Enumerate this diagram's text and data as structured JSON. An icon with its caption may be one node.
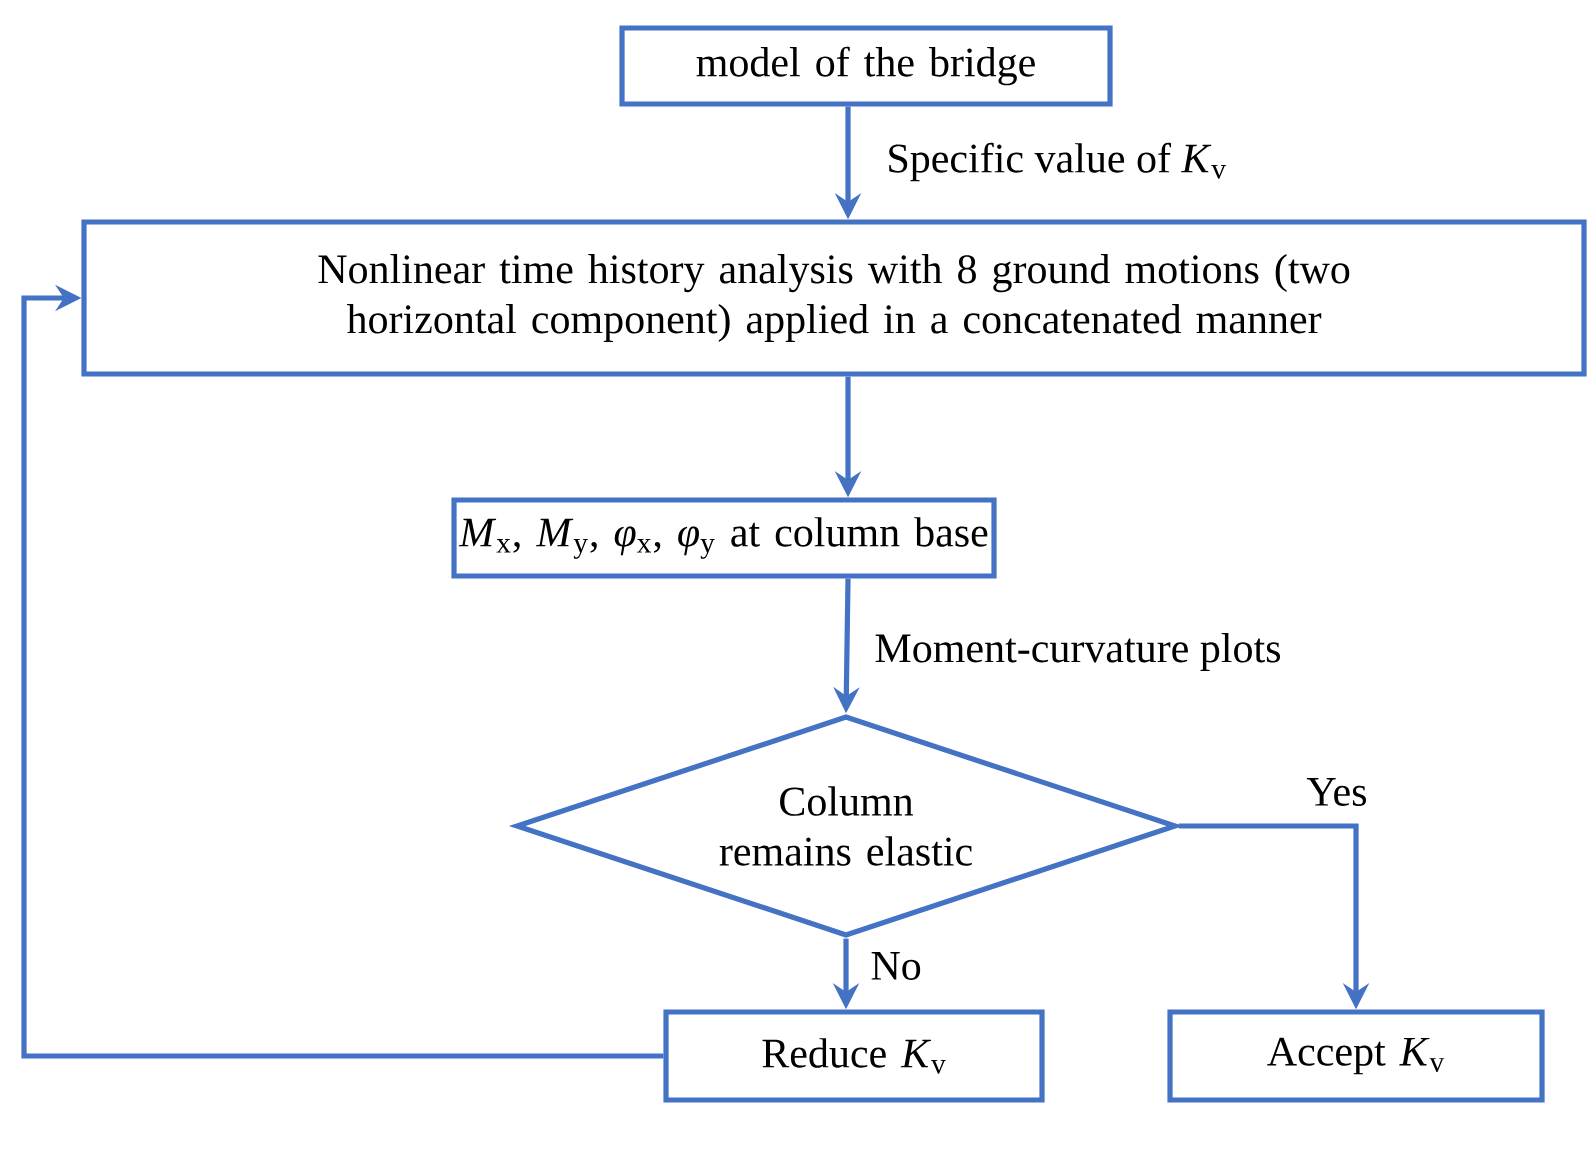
{
  "diagram": {
    "nodes": [
      {
        "text": [
          "model of the bridge"
        ]
      },
      {
        "text": [
          "Nonlinear time history analysis with 8 ground motions (two horizontal component) applied in a concatenated manner"
        ]
      },
      {
        "text": [
          "*M*$_{x}$, *M*$_{y}$, *φ*$_{x}$, *φ*$_{y}$ at column base"
        ]
      },
      {
        "text": [
          "Column remains elastic"
        ]
      },
      {
        "text": [
          "Reduce *K*$_{v}$"
        ]
      },
      {
        "text": [
          "Accept *K*$_{v}$"
        ]
      }
    ],
    "edges": [
      {
        "from": 0,
        "to": 1,
        "arrow": "to",
        "label": "Specific value of *K*$_{v}$"
      },
      {
        "from": 1,
        "to": 2,
        "arrow": "to"
      },
      {
        "from": 2,
        "to": 3,
        "arrow": "to",
        "label": "Moment-curvature plots"
      },
      {
        "from": 3,
        "to": 5,
        "arrow": "to",
        "label": "Yes"
      },
      {
        "from": 3,
        "to": 4,
        "arrow": "to",
        "label": "No"
      },
      {
        "from": 4,
        "to": 1,
        "arrow": "to"
      }
    ]
  }
}
